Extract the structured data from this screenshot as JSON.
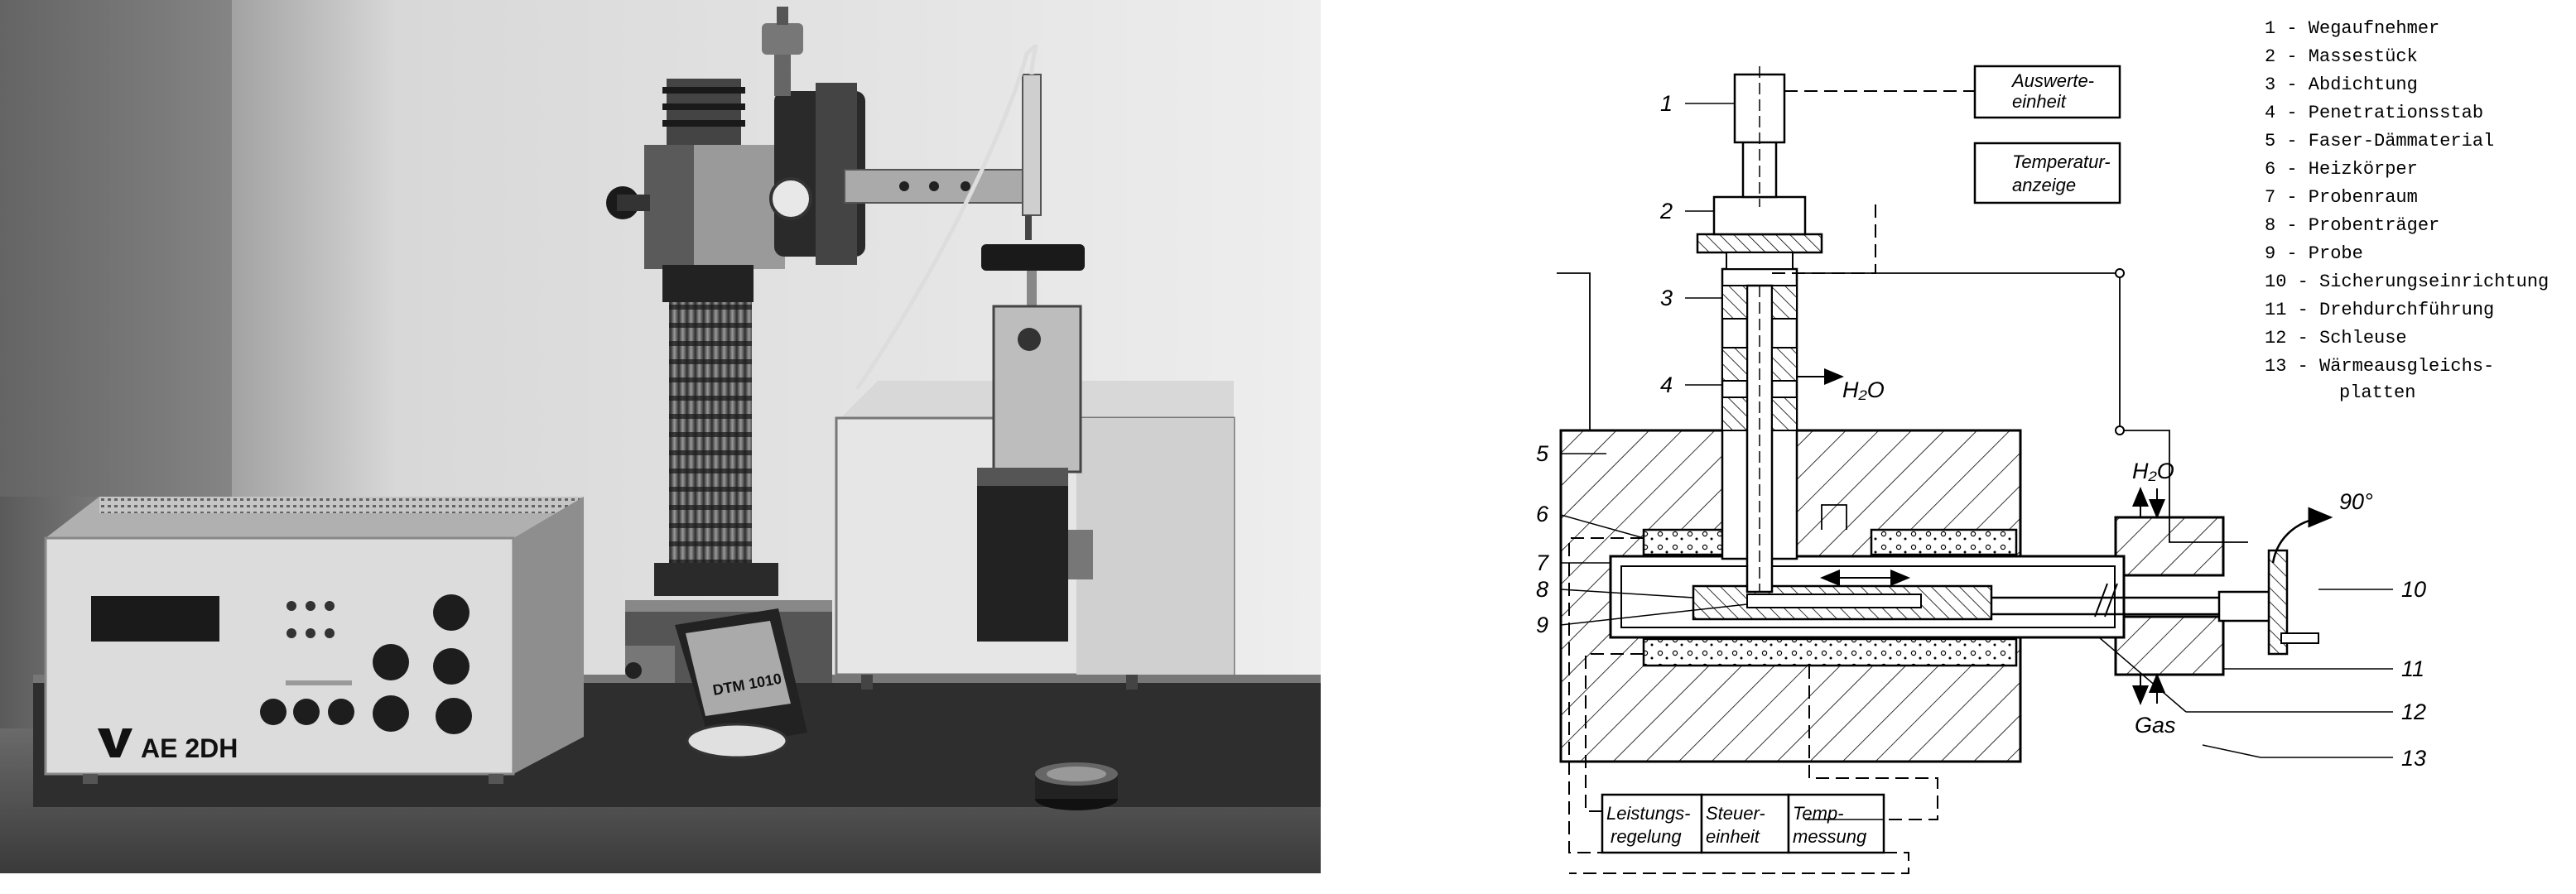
{
  "photo": {
    "device_model": "AE 2DH",
    "probe_label": "DTM 1010"
  },
  "diagram": {
    "legend": [
      "1 - Wegaufnehmer",
      "2 - Massestück",
      "3 - Abdichtung",
      "4 - Penetrationsstab",
      "5 - Faser-Dämmaterial",
      "6 - Heizkörper",
      "7 - Probenraum",
      "8 - Probenträger",
      "9 - Probe",
      "10 - Sicherungseinrichtung",
      "11 - Drehdurchführung",
      "12 - Schleuse",
      "13 - Wärmeausgleichs-",
      "platten"
    ],
    "boxes": {
      "auswerte_l1": "Auswerte-",
      "auswerte_l2": "einheit",
      "temperatur_l1": "Temperatur-",
      "temperatur_l2": "anzeige",
      "leistung_l1": "Leistungs-",
      "leistung_l2": "regelung",
      "steuer_l1": "Steuer-",
      "steuer_l2": "einheit",
      "temp_l1": "Temp-",
      "temp_l2": "messung"
    },
    "labels": {
      "h2o_top": "H₂O",
      "h2o_right": "H₂O",
      "gas": "Gas",
      "angle": "90°"
    },
    "callouts": [
      "1",
      "2",
      "3",
      "4",
      "5",
      "6",
      "7",
      "8",
      "9",
      "10",
      "11",
      "12",
      "13"
    ]
  }
}
